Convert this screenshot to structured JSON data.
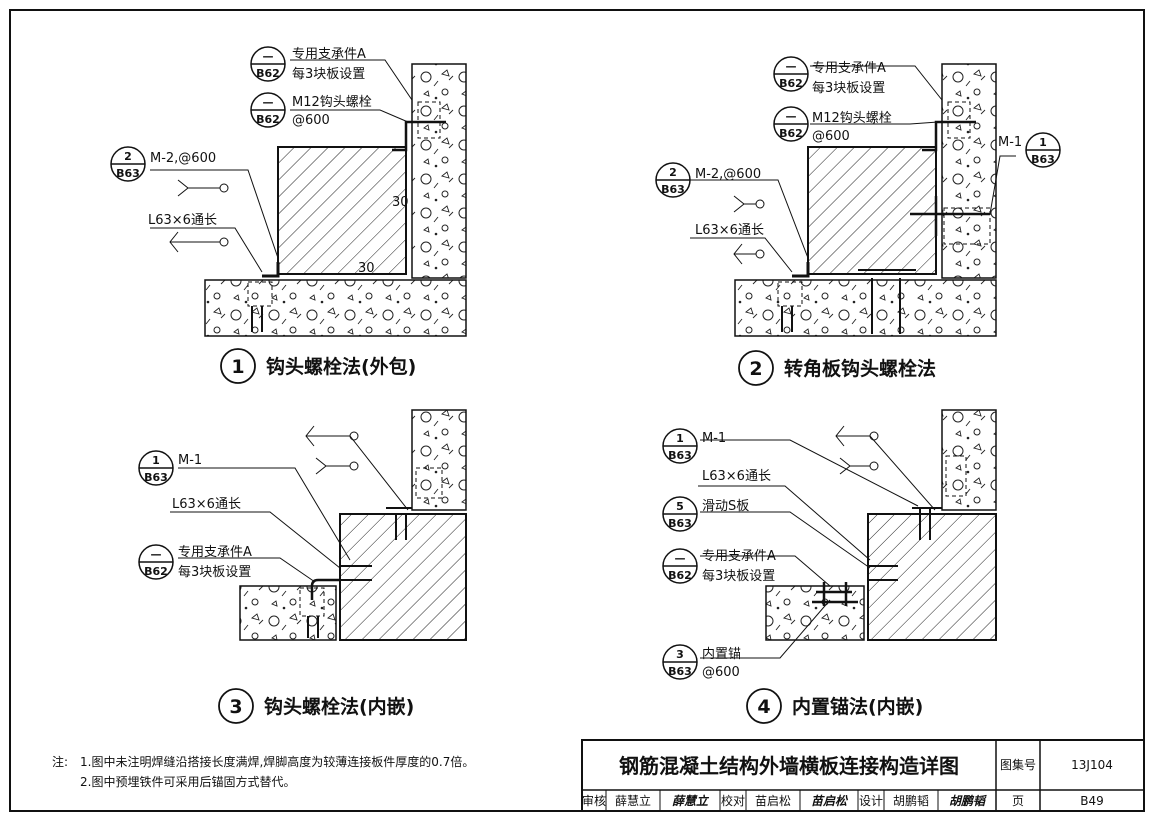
{
  "details": [
    {
      "num": "1",
      "caption": "钩头螺栓法(外包)",
      "labels": {
        "bracket_a": "专用支承件A",
        "every3": "每3块板设置",
        "m12": "M12钩头螺栓",
        "at600": "@600",
        "m2": "M-2,@600",
        "l63": "L63×6通长",
        "dim30a": "30",
        "dim30b": "30"
      },
      "bubbles": {
        "b62a_top": "—",
        "b62a_bot": "B62",
        "b62b_top": "—",
        "b62b_bot": "B62",
        "b63_top": "2",
        "b63_bot": "B63"
      }
    },
    {
      "num": "2",
      "caption": "转角板钩头螺栓法",
      "labels": {
        "bracket_a": "专用支承件A",
        "every3": "每3块板设置",
        "m12": "M12钩头螺栓",
        "at600": "@600",
        "m2": "M-2,@600",
        "l63": "L63×6通长",
        "m1": "M-1"
      },
      "bubbles": {
        "b62a_top": "—",
        "b62a_bot": "B62",
        "b62b_top": "—",
        "b62b_bot": "B62",
        "b63_top": "2",
        "b63_bot": "B63",
        "m1_top": "1",
        "m1_bot": "B63"
      }
    },
    {
      "num": "3",
      "caption": "钩头螺栓法(内嵌)",
      "labels": {
        "m1": "M-1",
        "l63": "L63×6通长",
        "bracket_a": "专用支承件A",
        "every3": "每3块板设置"
      },
      "bubbles": {
        "m1_top": "1",
        "m1_bot": "B63",
        "b62_top": "—",
        "b62_bot": "B62"
      }
    },
    {
      "num": "4",
      "caption": "内置锚法(内嵌)",
      "labels": {
        "m1": "M-1",
        "l63": "L63×6通长",
        "slide": "滑动S板",
        "bracket_a": "专用支承件A",
        "every3": "每3块板设置",
        "anchor": "内置锚",
        "at600": "@600"
      },
      "bubbles": {
        "m1_top": "1",
        "m1_bot": "B63",
        "s_top": "5",
        "s_bot": "B63",
        "b62_top": "—",
        "b62_bot": "B62",
        "a_top": "3",
        "a_bot": "B63"
      }
    }
  ],
  "notes": {
    "prefix": "注:",
    "line1": "1.图中未注明焊缝沿搭接长度满焊,焊脚高度为较薄连接板件厚度的0.7倍。",
    "line2": "2.图中预埋铁件可采用后锚固方式替代。"
  },
  "title_block": {
    "title": "钢筋混凝土结构外墙横板连接构造详图",
    "atlas_label": "图集号",
    "atlas_no": "13J104",
    "review_label": "审核",
    "reviewer": "薛慧立",
    "review_sig": "薛慧立",
    "check_label": "校对",
    "checker": "苗启松",
    "check_sig": "苗启松",
    "design_label": "设计",
    "designer": "胡鹏韬",
    "design_sig": "胡鹏韬",
    "page_label": "页",
    "page_no": "B49"
  },
  "colors": {
    "ink": "#111111",
    "paper": "#ffffff"
  }
}
